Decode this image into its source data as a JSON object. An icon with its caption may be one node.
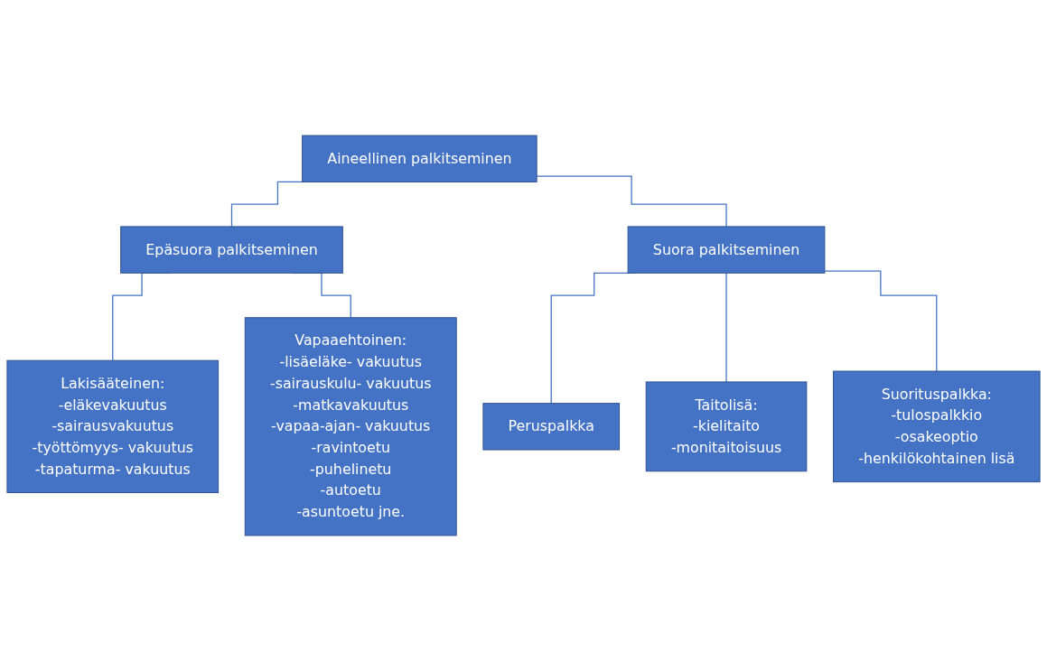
{
  "diagram": {
    "nodes": [
      {
        "text": [
          "Aineellinen palkitseminen"
        ]
      },
      {
        "text": [
          "Epäsuora palkitseminen"
        ]
      },
      {
        "text": [
          "Suora palkitseminen"
        ]
      },
      {
        "text": [
          "Lakisääteinen:",
          "-eläkevakuutus",
          "-sairausvakuutus",
          "-työttömyys- vakuutus",
          "-tapaturma- vakuutus"
        ]
      },
      {
        "text": [
          "Vapaaehtoinen:",
          "-lisäeläke- vakuutus",
          "-sairauskulu- vakuutus",
          "-matkavakuutus",
          "-vapaa-ajan- vakuutus",
          "-ravintoetu",
          "-puhelinetu",
          "-autoetu",
          "-asuntoetu jne."
        ]
      },
      {
        "text": [
          "Peruspalkka"
        ]
      },
      {
        "text": [
          "Taitolisä:",
          "-kielitaito",
          "-monitaitoisuus"
        ]
      },
      {
        "text": [
          "Suorituspalkka:",
          "-tulospalkkio",
          "-osakeoptio",
          "-henkilökohtainen lisä"
        ]
      }
    ],
    "edges": [
      {
        "from": 0,
        "to": 1,
        "arrow": "none"
      },
      {
        "from": 0,
        "to": 2,
        "arrow": "none"
      },
      {
        "from": 1,
        "to": 3,
        "arrow": "none"
      },
      {
        "from": 1,
        "to": 4,
        "arrow": "none"
      },
      {
        "from": 2,
        "to": 5,
        "arrow": "none"
      },
      {
        "from": 2,
        "to": 6,
        "arrow": "none"
      },
      {
        "from": 2,
        "to": 7,
        "arrow": "none"
      }
    ]
  }
}
